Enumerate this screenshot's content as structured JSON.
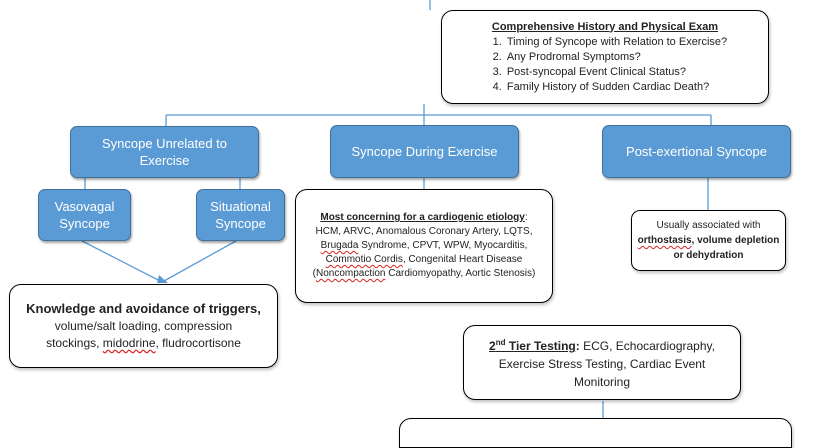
{
  "colors": {
    "box_fill": "#5b9bd5",
    "box_border": "#41719c",
    "connector": "#5b9bd5"
  },
  "history_exam": {
    "title": "Comprehensive History and Physical Exam",
    "items": [
      "Timing of Syncope with Relation to Exercise?",
      "Any Prodromal Symptoms?",
      "Post-syncopal Event Clinical Status?",
      "Family History of Sudden Cardiac Death?"
    ]
  },
  "categories": {
    "unrelated": "Syncope Unrelated to Exercise",
    "during": "Syncope During Exercise",
    "post": "Post-exertional Syncope"
  },
  "subtypes": {
    "vasovagal": "Vasovagal Syncope",
    "situational": "Situational Syncope"
  },
  "cardiogenic": {
    "heading": "Most concerning for a cardiogenic etiology",
    "items": {
      "hcm": "HCM",
      "arvc": "ARVC",
      "anomalous": "Anomalous Coronary Artery",
      "lqts": "LQTS",
      "brugada": "Brugada",
      "brugada_suffix": " Syndrome",
      "cpvt": "CPVT",
      "wpw": "WPW",
      "myocarditis": "Myocarditis",
      "commotio": "Commotio Cordis",
      "congenital": "Congenital Heart Disease",
      "noncompaction": "Noncompaction",
      "noncompaction_suffix": " Cardiomyopathy",
      "aortic": "Aortic Stenosis"
    }
  },
  "post_note": {
    "intro": "Usually associated with",
    "orthostasis": "orthostasis",
    "volume_depletion": "volume depletion",
    "or_word": "or",
    "dehydration": "dehydration"
  },
  "triggers": {
    "heading": "Knowledge and avoidance of triggers,",
    "line2": "volume/salt loading, compression",
    "line3a": "stockings,",
    "midodrine": "midodrine",
    "line3b": ", fludrocortisone"
  },
  "second_tier": {
    "label_num": "2",
    "label_sup": "nd",
    "label_rest": " Tier Testing",
    "tests": "ECG, Echocardiography, Exercise Stress Testing, Cardiac Event Monitoring"
  }
}
